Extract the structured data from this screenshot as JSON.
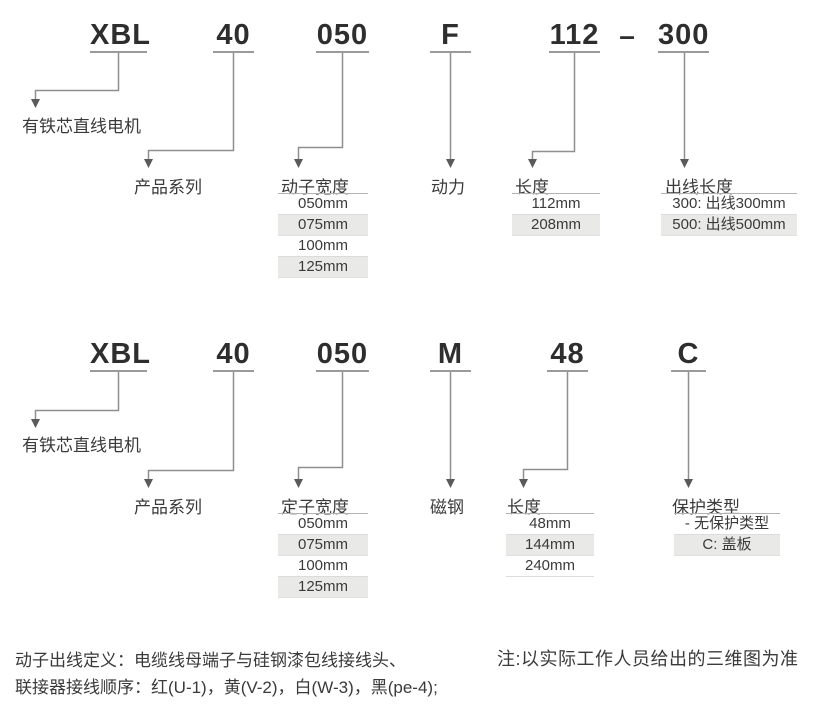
{
  "palette": {
    "text": "#3a3a3a",
    "code_text": "#2e2e2e",
    "line": "#8f8f8f",
    "row_alt_bg": "#e9e9e7",
    "row_border": "#dcdcdc"
  },
  "diagram1": {
    "codes": {
      "series": "XBL",
      "frame": "40",
      "mover_width": "050",
      "power": "F",
      "length": "112",
      "dash": "–",
      "cable": "300"
    },
    "labels": {
      "motor_type": "有铁芯直线电机",
      "series": "产品系列",
      "mover_width": "动子宽度",
      "power": "动力",
      "length": "长度",
      "cable": "出线长度"
    },
    "mover_width_options": [
      "050mm",
      "075mm",
      "100mm",
      "125mm"
    ],
    "length_options": [
      "112mm",
      "208mm"
    ],
    "cable_options": [
      "300: 出线300mm",
      "500: 出线500mm"
    ]
  },
  "diagram2": {
    "codes": {
      "series": "XBL",
      "frame": "40",
      "stator_width": "050",
      "magnet": "M",
      "length": "48",
      "protection": "C"
    },
    "labels": {
      "motor_type": "有铁芯直线电机",
      "series": "产品系列",
      "stator_width": "定子宽度",
      "magnet": "磁钢",
      "length": "长度",
      "protection": "保护类型"
    },
    "stator_width_options": [
      "050mm",
      "075mm",
      "100mm",
      "125mm"
    ],
    "length_options": [
      "48mm",
      "144mm",
      "240mm"
    ],
    "protection_options": [
      "- 无保护类型",
      "C: 盖板"
    ]
  },
  "notes": {
    "line1": "动子出线定义：电缆线母端子与硅钢漆包线接线头、",
    "line2": "联接器接线顺序：红(U-1)，黄(V-2)，白(W-3)，黑(pe-4);",
    "right": "注:以实际工作人员给出的三维图为准"
  }
}
